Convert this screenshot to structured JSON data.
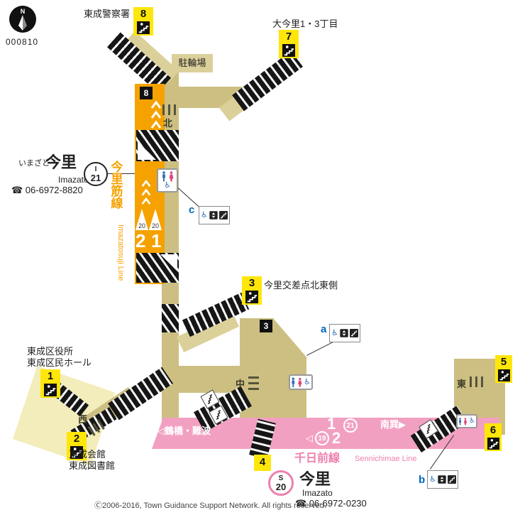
{
  "compass": {
    "n": "N",
    "code": "000810"
  },
  "labels": {
    "police": "東成警察署",
    "oimazato": "大今里1・3丁目",
    "bike_parking": "駐輪場",
    "intersection": "今里交差点北東側",
    "ward_office": "東成区役所",
    "civic_hall": "東成区民ホール",
    "kaikan": "東成会館",
    "library": "東成図書館"
  },
  "gates": {
    "north": "北",
    "middle": "中",
    "west": "西",
    "east": "東"
  },
  "imazatosuji": {
    "line_name": "今里筋線",
    "line_name_en": "Imazatosuji Line",
    "station_kana": "いまざと",
    "station_name": "今里",
    "station_en": "Imazato",
    "phone": "☎ 06-6972-8820",
    "code_letter": "I",
    "code_number": "21",
    "platform_left": "2",
    "platform_right": "1",
    "stairs_steps_1": "20",
    "stairs_steps_2": "20"
  },
  "sennichimae": {
    "line_name": "千日前線",
    "line_name_en": "Sennichimae Line",
    "station_name": "今里",
    "station_en": "Imazato",
    "phone": "☎ 06-6972-0230",
    "code_letter": "S",
    "code_number": "20",
    "dir_left": "◁鶴橋・難波",
    "dir_right": "南巽▶",
    "platform_1": "1",
    "platform_2": "2",
    "next_right": "21",
    "next_left": "19",
    "arrow_left": "◁"
  },
  "exits": {
    "e1": "1",
    "e2": "2",
    "e3": "3",
    "e4": "4",
    "e5": "5",
    "e6": "6",
    "e7": "7",
    "e8": "8"
  },
  "pointers": {
    "exit8": "8",
    "exit3": "3"
  },
  "elevator_points": {
    "a": "a",
    "b": "b",
    "c": "c"
  },
  "colors": {
    "imazatosuji_line": "#F5A200",
    "sennichimae_line": "#F2A0C2",
    "exit_marker": "#FFE60A",
    "corridor": "#CDBF82",
    "building": "#F2EDBA"
  },
  "footer": "Ⓒ2006-2016, Town Guidance Support Network. All rights reserved."
}
